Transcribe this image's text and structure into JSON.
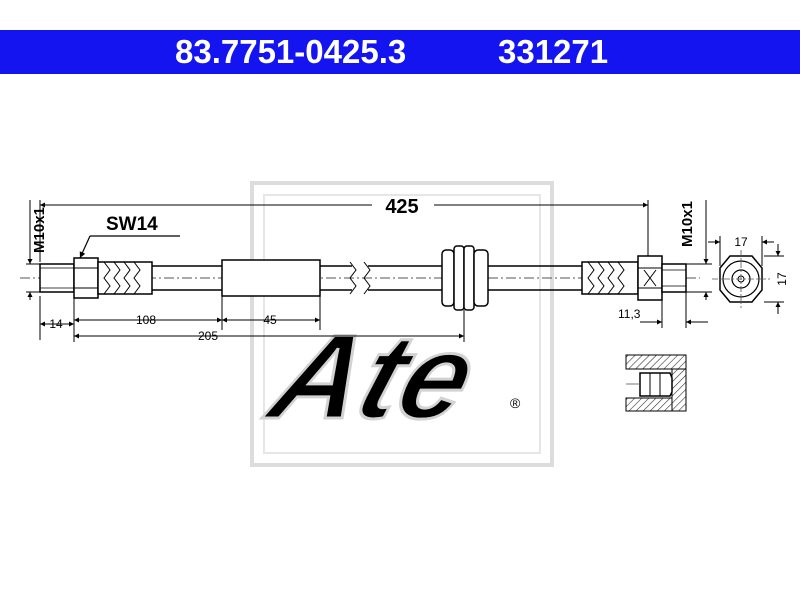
{
  "header": {
    "part_number": "83.7751-0425.3",
    "reference_number": "331271",
    "background_color": "#1414f0",
    "text_color": "#ffffff"
  },
  "drawing": {
    "total_length": "425",
    "wrench_size": "SW14",
    "thread_left": "M10x1",
    "thread_right": "M10x1",
    "dim_14": "14",
    "dim_108": "108",
    "dim_205": "205",
    "dim_45": "45",
    "dim_11_3": "11,3",
    "dim_17_horizontal": "17",
    "dim_17_vertical": "17"
  },
  "watermark": {
    "brand": "Ate",
    "registered_mark": "®",
    "color": "#d8d8d8"
  }
}
